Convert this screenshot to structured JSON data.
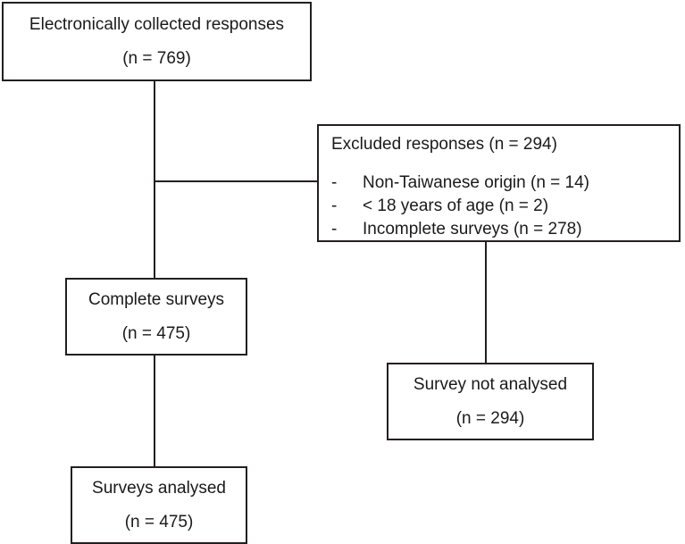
{
  "chart_data": {
    "type": "flowchart",
    "title": "Survey response flow diagram",
    "nodes": [
      {
        "id": "collected",
        "label": "Electronically collected responses",
        "count_label": "(n = 769)",
        "n": 769
      },
      {
        "id": "excluded",
        "label": "Excluded responses (n = 294)",
        "n": 294,
        "items": [
          {
            "marker": "-",
            "text": "Non-Taiwanese origin (n = 14)",
            "n": 14
          },
          {
            "marker": "-",
            "text": "< 18 years of age (n = 2)",
            "n": 2
          },
          {
            "marker": "-",
            "text": "Incomplete surveys (n = 278)",
            "n": 278
          }
        ]
      },
      {
        "id": "complete",
        "label": "Complete surveys",
        "count_label": "(n = 475)",
        "n": 475
      },
      {
        "id": "not_analysed",
        "label": "Survey not analysed",
        "count_label": "(n = 294)",
        "n": 294
      },
      {
        "id": "analysed",
        "label": "Surveys analysed",
        "count_label": "(n = 475)",
        "n": 475
      }
    ],
    "edges": [
      {
        "from": "collected",
        "to": "excluded"
      },
      {
        "from": "collected",
        "to": "complete"
      },
      {
        "from": "excluded",
        "to": "not_analysed"
      },
      {
        "from": "complete",
        "to": "analysed"
      }
    ],
    "colors": {
      "stroke": "#231f20",
      "background": "#ffffff",
      "text": "#1a1a1a"
    }
  },
  "collected": {
    "title": "Electronically collected responses",
    "count": "(n = 769)"
  },
  "excluded": {
    "heading": "Excluded responses (n = 294)",
    "items": [
      {
        "marker": "-",
        "text": "Non-Taiwanese origin (n = 14)"
      },
      {
        "marker": "-",
        "text": "< 18 years of age (n = 2)"
      },
      {
        "marker": "-",
        "text": "Incomplete surveys (n = 278)"
      }
    ]
  },
  "complete": {
    "title": "Complete surveys",
    "count": "(n = 475)"
  },
  "not_analysed": {
    "title": "Survey not analysed",
    "count": "(n = 294)"
  },
  "analysed": {
    "title": "Surveys analysed",
    "count": "(n = 475)"
  }
}
